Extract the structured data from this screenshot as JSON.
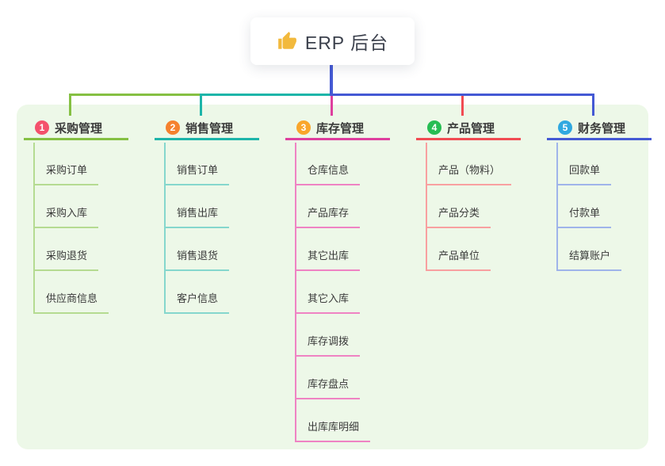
{
  "root": {
    "title": "ERP 后台",
    "icon": "thumbs-up-icon",
    "icon_color": "#f2b93c"
  },
  "panel": {
    "bg": "#edf8e8"
  },
  "stem_color": "#4459d4",
  "branches": [
    {
      "badge": "1",
      "title": "采购管理",
      "badge_color": "#f4516c",
      "line_color": "#85c043",
      "child_line_color": "#b5db91",
      "children": [
        "采购订单",
        "采购入库",
        "采购退货",
        "供应商信息"
      ]
    },
    {
      "badge": "2",
      "title": "销售管理",
      "badge_color": "#f5812e",
      "line_color": "#1db5a9",
      "child_line_color": "#85d7cd",
      "children": [
        "销售订单",
        "销售出库",
        "销售退货",
        "客户信息"
      ]
    },
    {
      "badge": "3",
      "title": "库存管理",
      "badge_color": "#f9a62b",
      "line_color": "#de3f9e",
      "child_line_color": "#ef83c3",
      "children": [
        "仓库信息",
        "产品库存",
        "其它出库",
        "其它入库",
        "库存调拨",
        "库存盘点",
        "出库库明细"
      ]
    },
    {
      "badge": "4",
      "title": "产品管理",
      "badge_color": "#27bd53",
      "line_color": "#f14b52",
      "child_line_color": "#f8a0a0",
      "children": [
        "产品（物料）",
        "产品分类",
        "产品单位"
      ]
    },
    {
      "badge": "5",
      "title": "财务管理",
      "badge_color": "#30a8e0",
      "line_color": "#4459d4",
      "child_line_color": "#9fb4ea",
      "children": [
        "回款单",
        "付款单",
        "结算账户"
      ]
    }
  ]
}
